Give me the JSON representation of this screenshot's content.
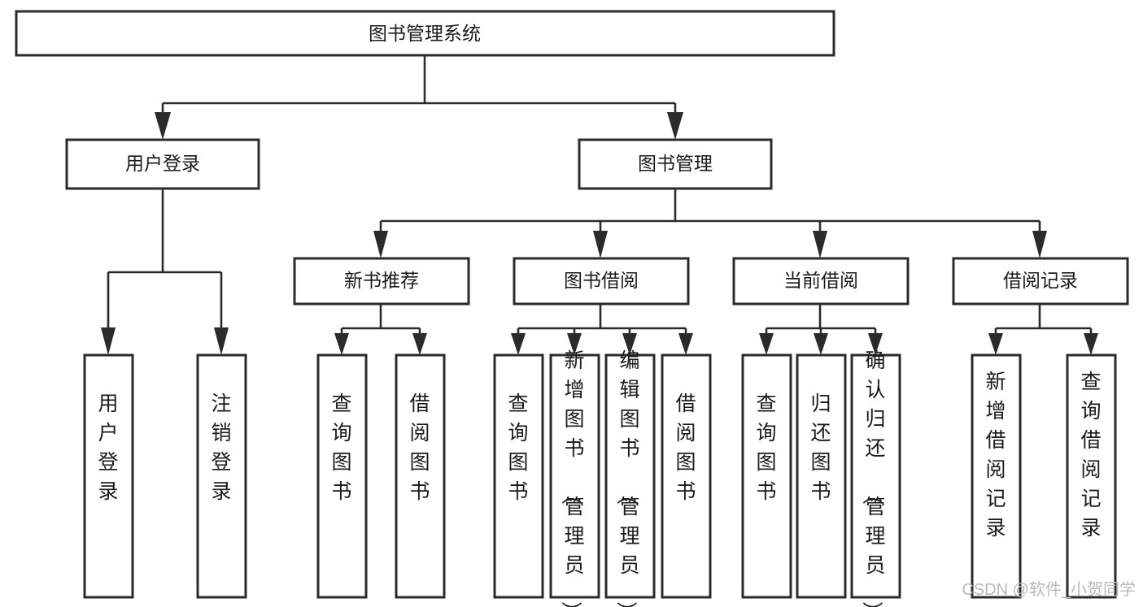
{
  "diagram": {
    "type": "tree",
    "title": "图书管理系统",
    "root": {
      "label": "图书管理系统"
    },
    "level2": [
      {
        "label": "用户登录"
      },
      {
        "label": "图书管理"
      }
    ],
    "level3": [
      {
        "label": "新书推荐"
      },
      {
        "label": "图书借阅"
      },
      {
        "label": "当前借阅"
      },
      {
        "label": "借阅记录"
      }
    ],
    "leaves": {
      "user_login": [
        {
          "label": "用户登录"
        },
        {
          "label": "注销登录"
        }
      ],
      "new_book_recommend": [
        {
          "label": "查询图书"
        },
        {
          "label": "借阅图书"
        }
      ],
      "book_borrow": [
        {
          "label": "查询图书"
        },
        {
          "label": "新增图书（管理员）"
        },
        {
          "label": "编辑图书（管理员）"
        },
        {
          "label": "借阅图书"
        }
      ],
      "current_borrow": [
        {
          "label": "查询图书"
        },
        {
          "label": "归还图书"
        },
        {
          "label": "确认归还（管理员）"
        }
      ],
      "borrow_record": [
        {
          "label": "新增借阅记录"
        },
        {
          "label": "查询借阅记录"
        }
      ]
    },
    "colors": {
      "box_fill": "#ffffff",
      "box_stroke": "#2b2b2b",
      "connector": "#2b2b2b",
      "text": "#1a1a1a",
      "background": "#ffffff",
      "watermark": "#b9b9b9"
    }
  },
  "watermark": {
    "text": "CSDN @软件_小贺同学"
  }
}
